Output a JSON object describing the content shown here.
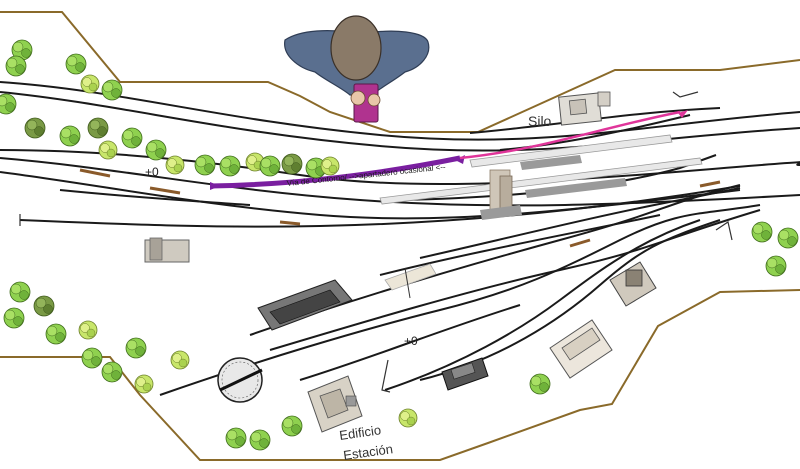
{
  "labels": {
    "silo": "Silo",
    "level_top": "+0",
    "level_bottom": "+0",
    "contour_track": "Vía de Contorno/ -->apartadero ocasional <--",
    "station_line1": "Edificio",
    "station_line2": "Estación"
  },
  "colors": {
    "background": "#ffffff",
    "baseboard_edge": "#8a6a2a",
    "track": "#1a1a1a",
    "contour_track": "#7a1fa0",
    "silo_track": "#e0359a",
    "tree_light": "#8fd14f",
    "tree_dark": "#6b8f3a",
    "operator_body": "#5a6f8f",
    "operator_head": "#8a7a68",
    "platform": "#dddddd"
  },
  "icons": [
    "operator-figure",
    "tree",
    "building",
    "turntable",
    "locomotive",
    "platform",
    "bumper-stop"
  ]
}
